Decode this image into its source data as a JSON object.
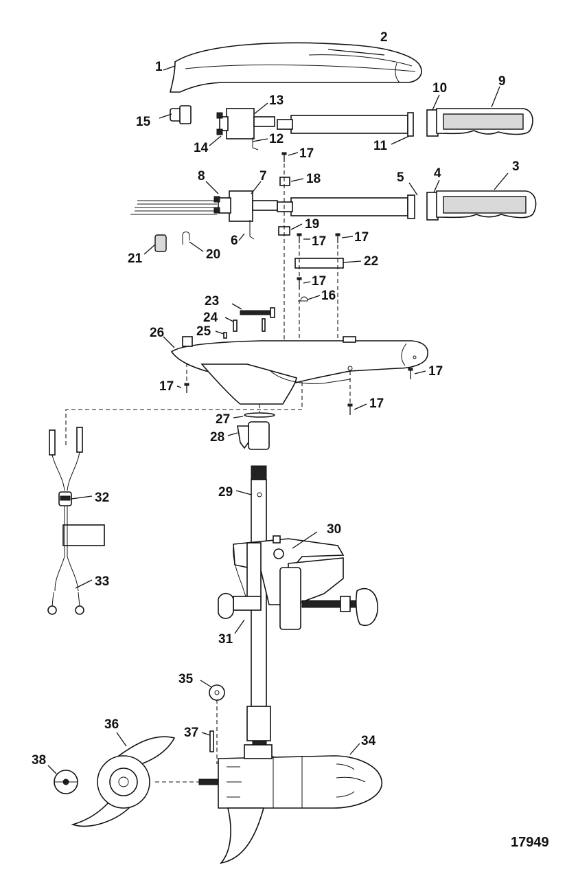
{
  "figure_number": "17949",
  "callouts": {
    "c1": "1",
    "c2": "2",
    "c3": "3",
    "c4": "4",
    "c5": "5",
    "c6": "6",
    "c7": "7",
    "c8": "8",
    "c9": "9",
    "c10": "10",
    "c11": "11",
    "c12": "12",
    "c13": "13",
    "c14": "14",
    "c15": "15",
    "c16": "16",
    "c17": "17",
    "c18": "18",
    "c19": "19",
    "c20": "20",
    "c21": "21",
    "c22": "22",
    "c23": "23",
    "c24": "24",
    "c25": "25",
    "c26": "26",
    "c27": "27",
    "c28": "28",
    "c29": "29",
    "c30": "30",
    "c31": "31",
    "c32": "32",
    "c33": "33",
    "c34": "34",
    "c35": "35",
    "c36": "36",
    "c37": "37",
    "c38": "38"
  }
}
